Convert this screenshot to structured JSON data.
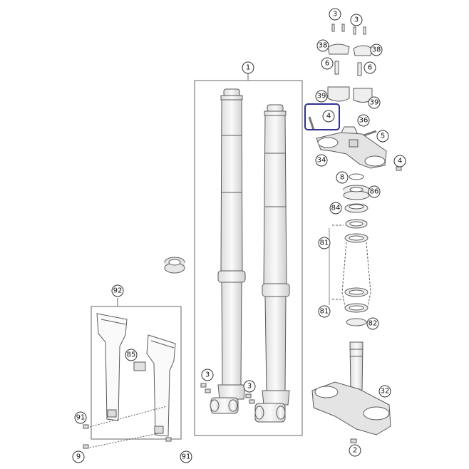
{
  "labels": {
    "fork_assembly": "1",
    "screw_top_left": "3",
    "screw_top_right": "3",
    "clamp_left": "38",
    "clamp_right": "38",
    "bolt_left": "6",
    "bolt_right": "6",
    "riser_left": "39",
    "riser_right": "39",
    "selected_part": "4",
    "nut_top": "36",
    "bolt_upper": "5",
    "upper_triple_clamp": "34",
    "bolt_side": "4",
    "o_ring": "8",
    "dust_seal": "86",
    "bearing_upper": "84",
    "bearing_set_upper": "81",
    "bearing_set_lower": "81",
    "seal_lower": "82",
    "lower_triple_clamp": "32",
    "bolt_bottom": "2",
    "guard_set": "92",
    "guard_clip": "85",
    "screw_fork_left": "3",
    "screw_fork_right": "3",
    "screw_guard_left": "91",
    "screw_guard_bottom_left": "9",
    "screw_guard_bottom_right": "91"
  },
  "colors": {
    "line": "#5a5a5a",
    "highlight": "#2e3192",
    "tube_fill": "#f2f2f2"
  }
}
